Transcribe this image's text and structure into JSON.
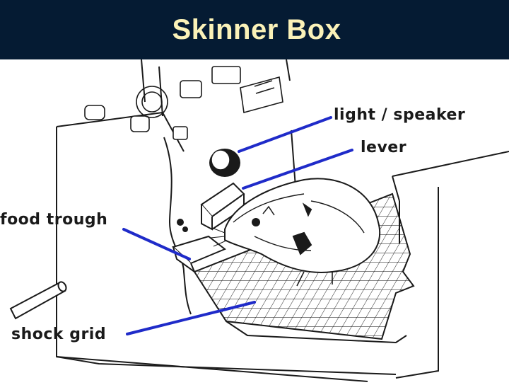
{
  "title": "Skinner Box",
  "labels": {
    "light_speaker": "light / speaker",
    "lever": "lever",
    "food_trough": "food trough",
    "shock_grid": "shock grid"
  },
  "colors": {
    "title_bar": "#051b33",
    "title_text": "#fbf2b8",
    "pointer_line": "#1f2bc9",
    "ink": "#1a1a1a"
  }
}
